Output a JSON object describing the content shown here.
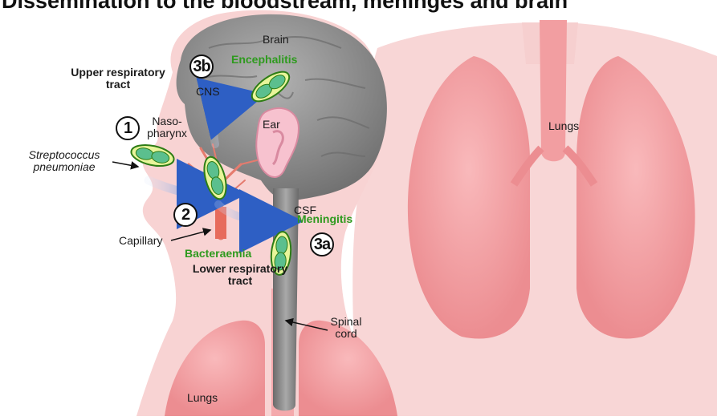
{
  "title": "Dissemination to the bloodstream, meninges and brain",
  "labels": {
    "brain": "Brain",
    "encephalitis": "Encephalitis",
    "cns": "CNS",
    "upper_respiratory": "Upper respiratory tract",
    "nasopharynx": "Naso-pharynx",
    "ear": "Ear",
    "lungs_right": "Lungs",
    "organism": "Streptococcus pneumoniae",
    "csf": "CSF",
    "meningitis": "Meningitis",
    "capillary": "Capillary",
    "bacteraemia": "Bacteraemia",
    "lower_respiratory": "Lower respiratory tract",
    "spinal_cord": "Spinal cord",
    "lungs_bottom": "Lungs"
  },
  "steps": {
    "step1": "1",
    "step2": "2",
    "step3a": "3a",
    "step3b": "3b"
  },
  "colors": {
    "body_fill": "#f6c9c9",
    "lung_fill": "#f19a9d",
    "brain_fill": "#8c8c8c",
    "arrow_blue": "#2e5fc4",
    "highlight_green": "#2e9a1e",
    "bacteria_fill": "#5bbf8e"
  }
}
